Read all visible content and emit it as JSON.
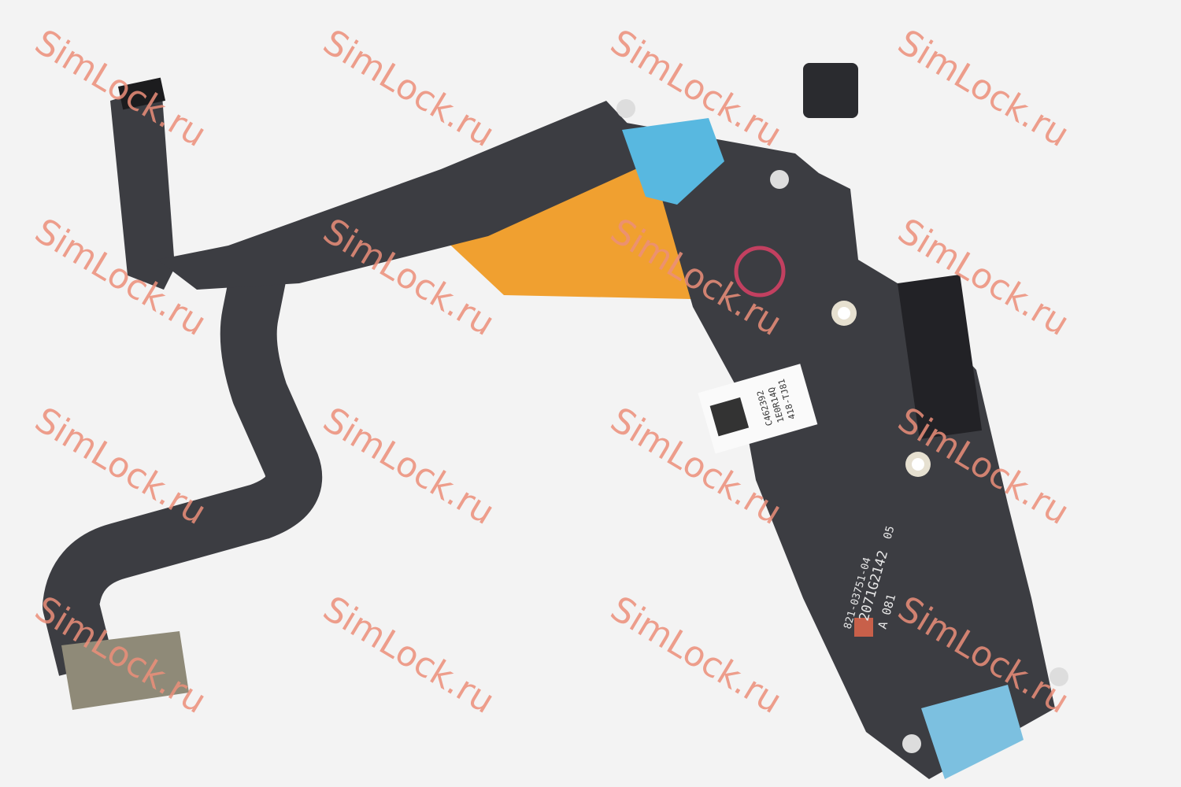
{
  "watermark": "SimLock.ru",
  "part_markings": {
    "part_number": "821-03751-04",
    "serial": "2071G2142",
    "serial_suffix": "05",
    "lot": "A 081",
    "label_line1": "C462392",
    "label_line2": "1E0R14Q",
    "label_line3": "418-TJ81"
  },
  "colors": {
    "background": "#f2f2f2",
    "flex_cable": "#3c3d42",
    "stiffener": "#f0a030",
    "blue_tape": "#58b8e0",
    "watermark": "#ec8f7a"
  }
}
